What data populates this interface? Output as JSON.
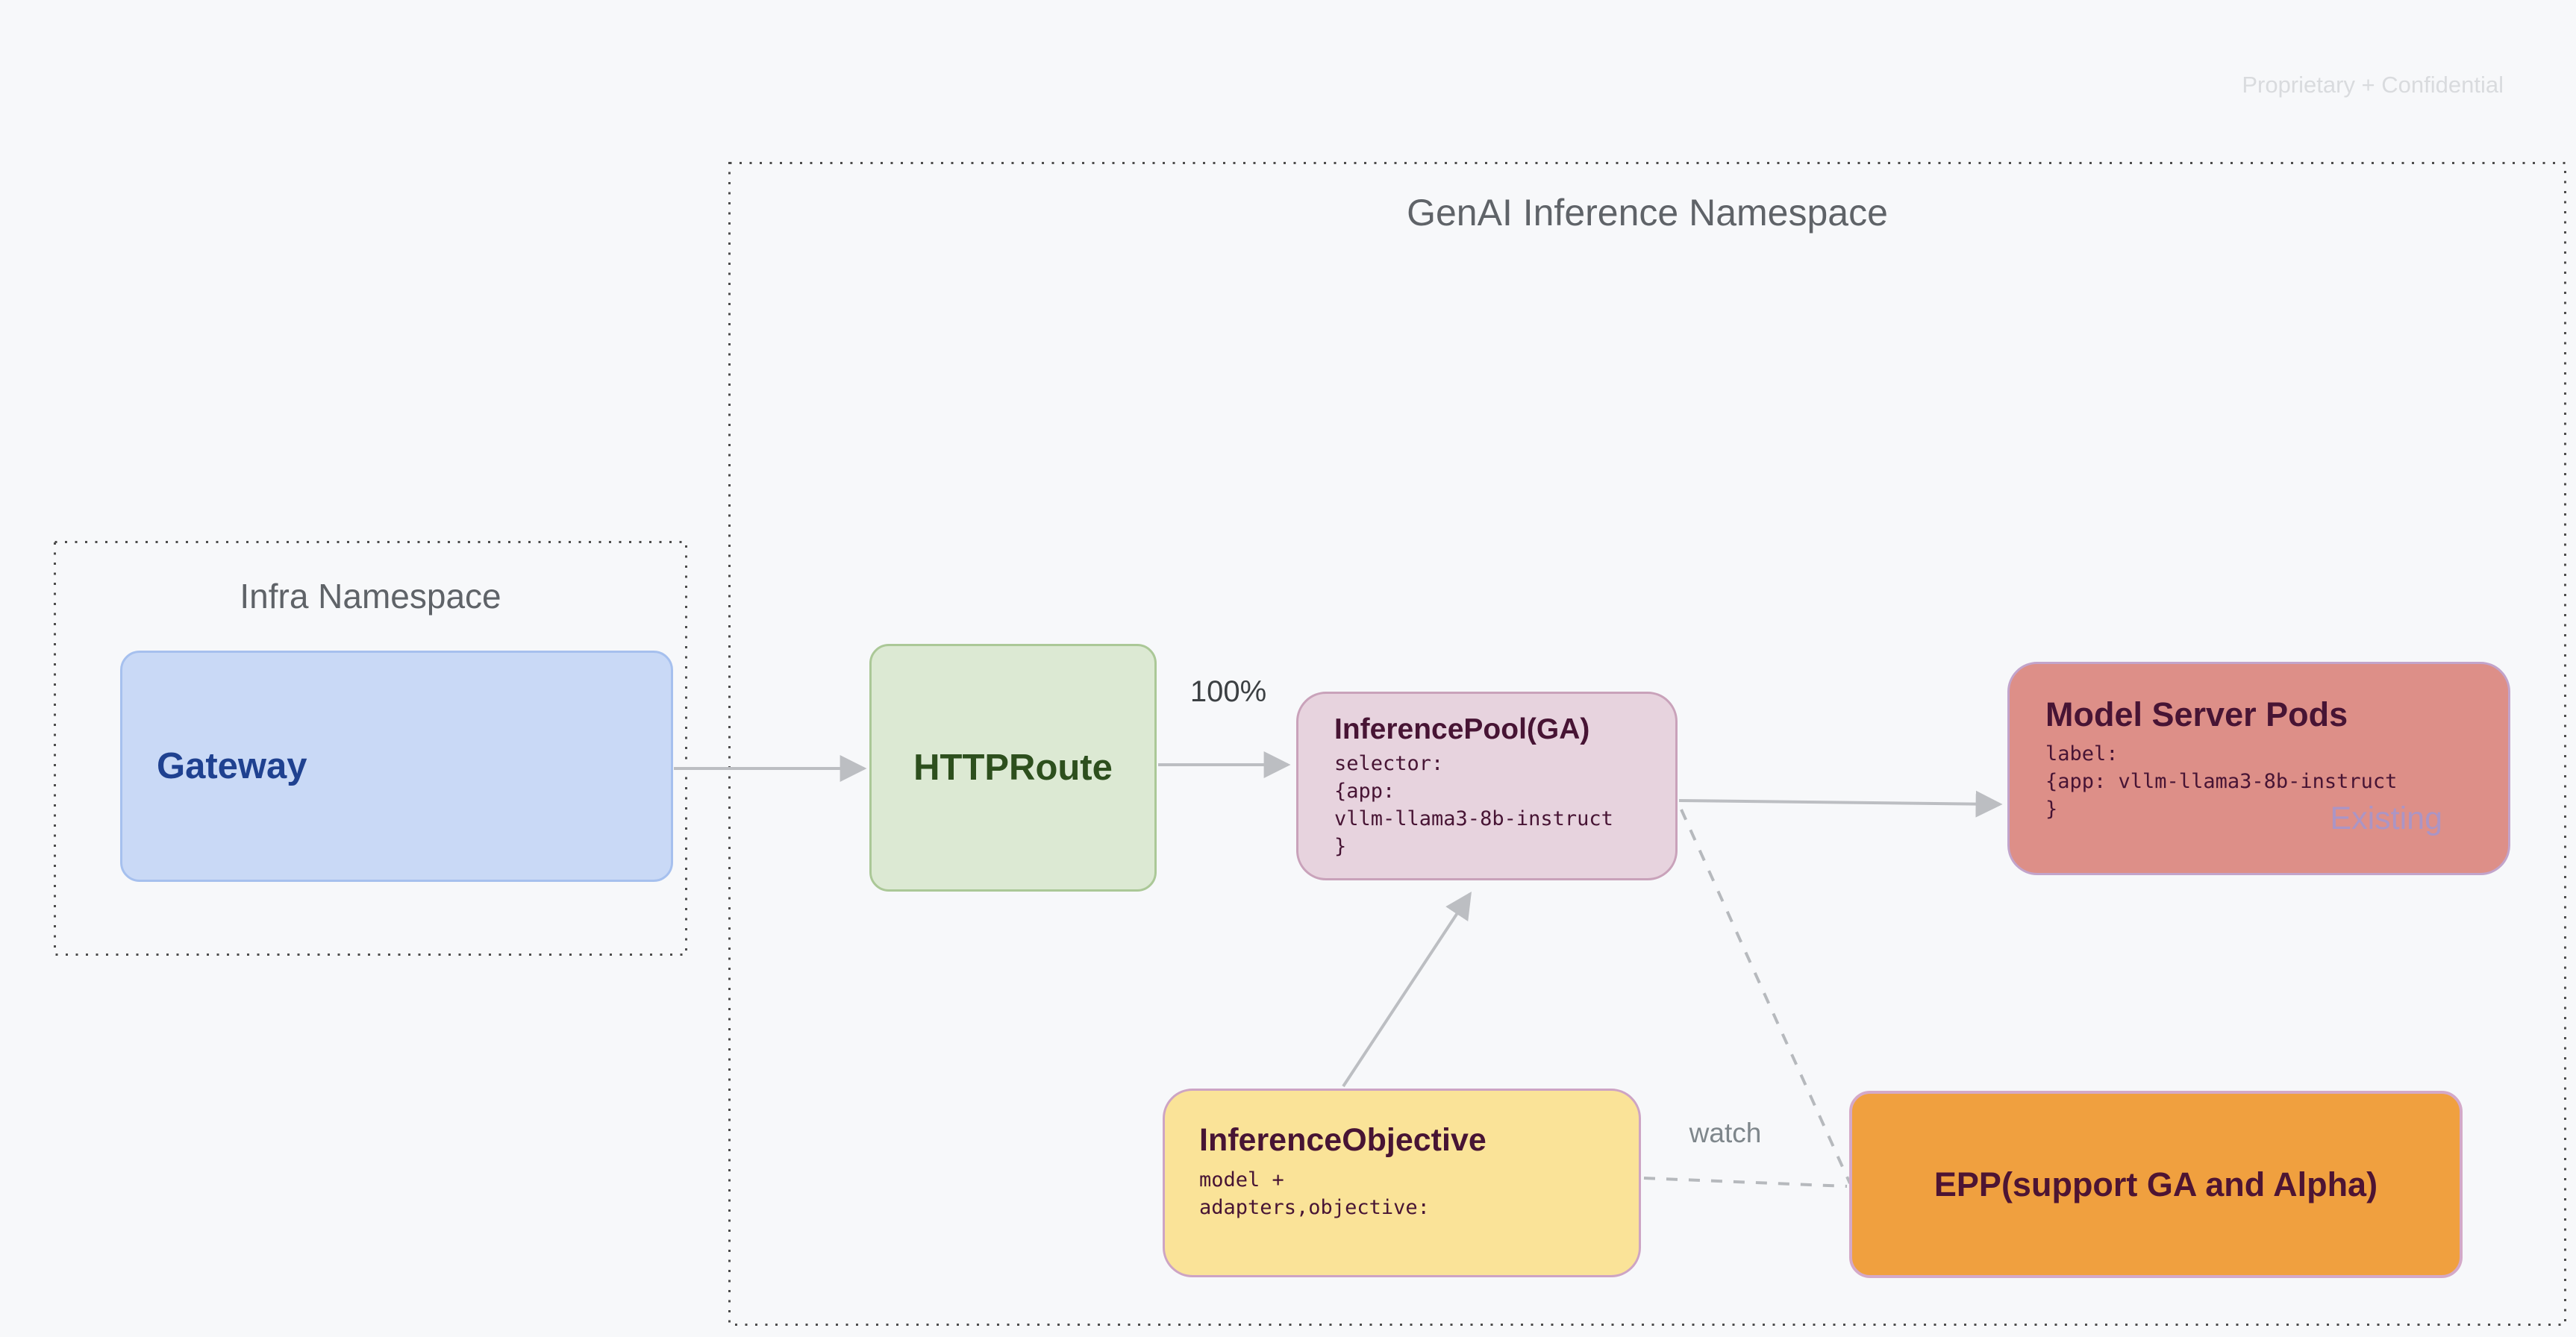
{
  "watermark": "Proprietary + Confidential",
  "namespaces": {
    "infra": {
      "title": "Infra Namespace"
    },
    "genai": {
      "title": "GenAI Inference Namespace"
    }
  },
  "nodes": {
    "gateway": {
      "label": "Gateway"
    },
    "httproute": {
      "label": "HTTPRoute"
    },
    "inference_pool": {
      "title": "InferencePool(GA)",
      "code": "selector:\n{app:\nvllm-llama3-8b-instruct\n}"
    },
    "model_server_pods": {
      "title": "Model Server Pods",
      "code": "label:\n{app: vllm-llama3-8b-instruct\n}",
      "tag": "Existing"
    },
    "inference_objective": {
      "title": "InferenceObjective",
      "code": "model +\nadapters,objective:"
    },
    "epp": {
      "label": "EPP(support GA and Alpha)"
    }
  },
  "edges": {
    "httproute_to_pool": {
      "label": "100%"
    },
    "objective_to_epp": {
      "label": "watch"
    }
  },
  "colors": {
    "background": "#f7f8fa",
    "gateway_fill": "#c9d9f6",
    "gateway_border": "#a6c0ee",
    "gateway_text": "#1f4190",
    "httproute_fill": "#dce9d3",
    "httproute_border": "#abc897",
    "httproute_text": "#2d4f1d",
    "inference_pool_fill": "#e7d3de",
    "inference_pool_border": "#c9a2ba",
    "model_server_pods_fill": "#dd8f88",
    "model_server_pods_border": "#c2a4cb",
    "inference_objective_fill": "#fae398",
    "inference_objective_border": "#cda4c4",
    "epp_fill": "#f0a03f",
    "epp_border": "#d4a9c8",
    "box_text_dark": "#471434",
    "arrow": "#bcbec2",
    "dashed_line": "#b6b9bd",
    "dotted_border": "#4c4c4c",
    "namespace_title": "#5f6368",
    "muted_label": "#7e868b",
    "existing_tag": "#ab95c5",
    "watermark": "#d9dbde"
  }
}
